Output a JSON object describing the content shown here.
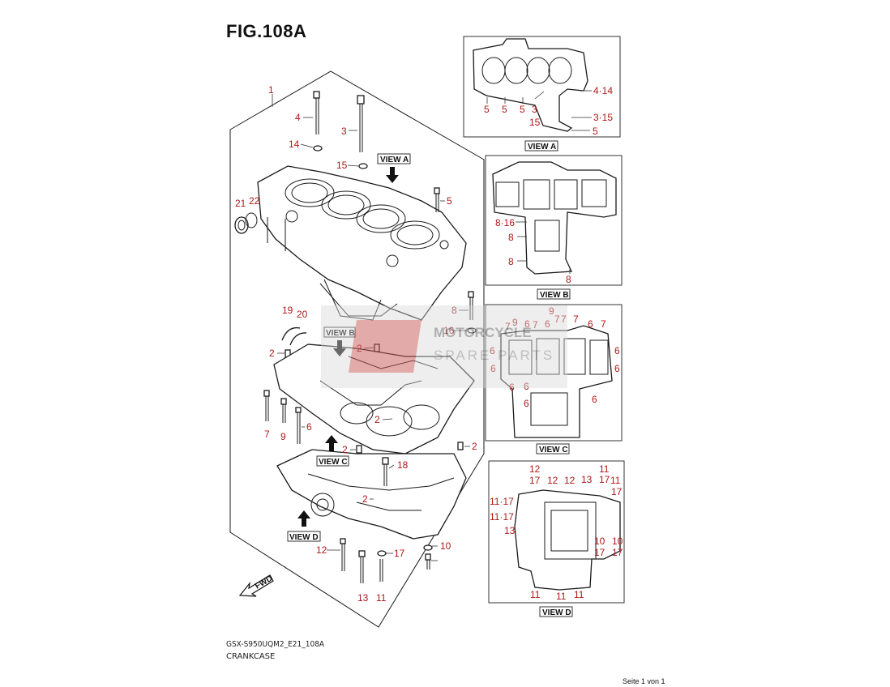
{
  "title": "FIG.108A",
  "footer": {
    "model_code": "GSX-S950UQM2_E21_108A",
    "part_name": "CRANKCASE",
    "page_indicator": "Seite 1 von 1"
  },
  "watermark": {
    "line1": "MOTORCYCLE",
    "line2": "SPARE PARTS"
  },
  "fwd_label": "FWD",
  "colors": {
    "callout": "#b01818",
    "line": "#1a1a1a"
  },
  "main_view": {
    "callouts": [
      "1",
      "4",
      "3",
      "14",
      "15",
      "5",
      "21",
      "22",
      "8",
      "16",
      "19",
      "20",
      "2",
      "2",
      "2",
      "2",
      "2",
      "2",
      "7",
      "9",
      "6",
      "18",
      "12",
      "17",
      "13",
      "11",
      "10"
    ],
    "view_tags": [
      "VIEW A",
      "VIEW B",
      "VIEW C",
      "VIEW D"
    ]
  },
  "inset_views": [
    {
      "caption": "VIEW A",
      "callouts": [
        "4·14",
        "5",
        "5",
        "5",
        "3",
        "15",
        "3·15",
        "5"
      ]
    },
    {
      "caption": "VIEW B",
      "callouts": [
        "8·16",
        "8",
        "8",
        "8"
      ]
    },
    {
      "caption": "VIEW C",
      "callouts": [
        "9",
        "7",
        "9",
        "6",
        "7",
        "6",
        "7",
        "7",
        "7",
        "6",
        "7",
        "6",
        "6",
        "6",
        "6",
        "6",
        "6",
        "6",
        "6"
      ]
    },
    {
      "caption": "VIEW D",
      "callouts": [
        "12",
        "11",
        "17",
        "12",
        "12",
        "13",
        "17",
        "11",
        "11·17",
        "17",
        "11·17",
        "13",
        "10",
        "10",
        "17",
        "17",
        "11",
        "11",
        "11"
      ]
    }
  ]
}
